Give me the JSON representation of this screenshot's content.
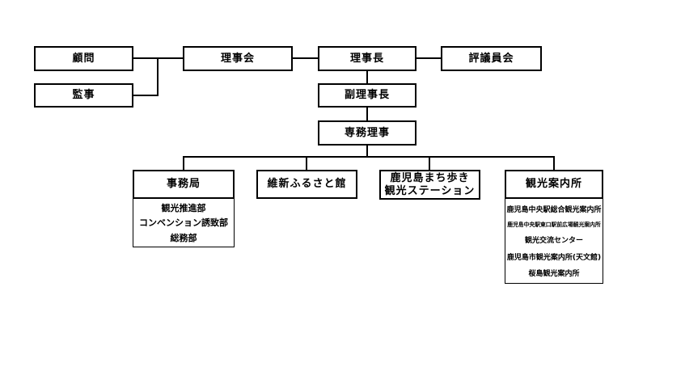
{
  "org": {
    "advisor": "顧問",
    "auditor": "監事",
    "board": "理事会",
    "chairman": "理事長",
    "council": "評議員会",
    "vice_chairman": "副理事長",
    "executive_director": "専務理事",
    "secretariat": {
      "label": "事務局",
      "departments": [
        "観光推進部",
        "コンベンション誘致部",
        "総務部"
      ]
    },
    "ishin_furusatokan": "維新ふるさと館",
    "machiaruki_station": "鹿児島まち歩き\n観光ステーション",
    "tourist_info": {
      "label": "観光案内所",
      "offices": [
        "鹿児島中央駅総合観光案内所",
        "鹿児島中央駅東口駅前広場観光案内所",
        "観光交流センター",
        "鹿児島市観光案内所(天文館)",
        "桜島観光案内所"
      ]
    },
    "colors": {
      "line": "#000000",
      "background": "#ffffff"
    }
  }
}
